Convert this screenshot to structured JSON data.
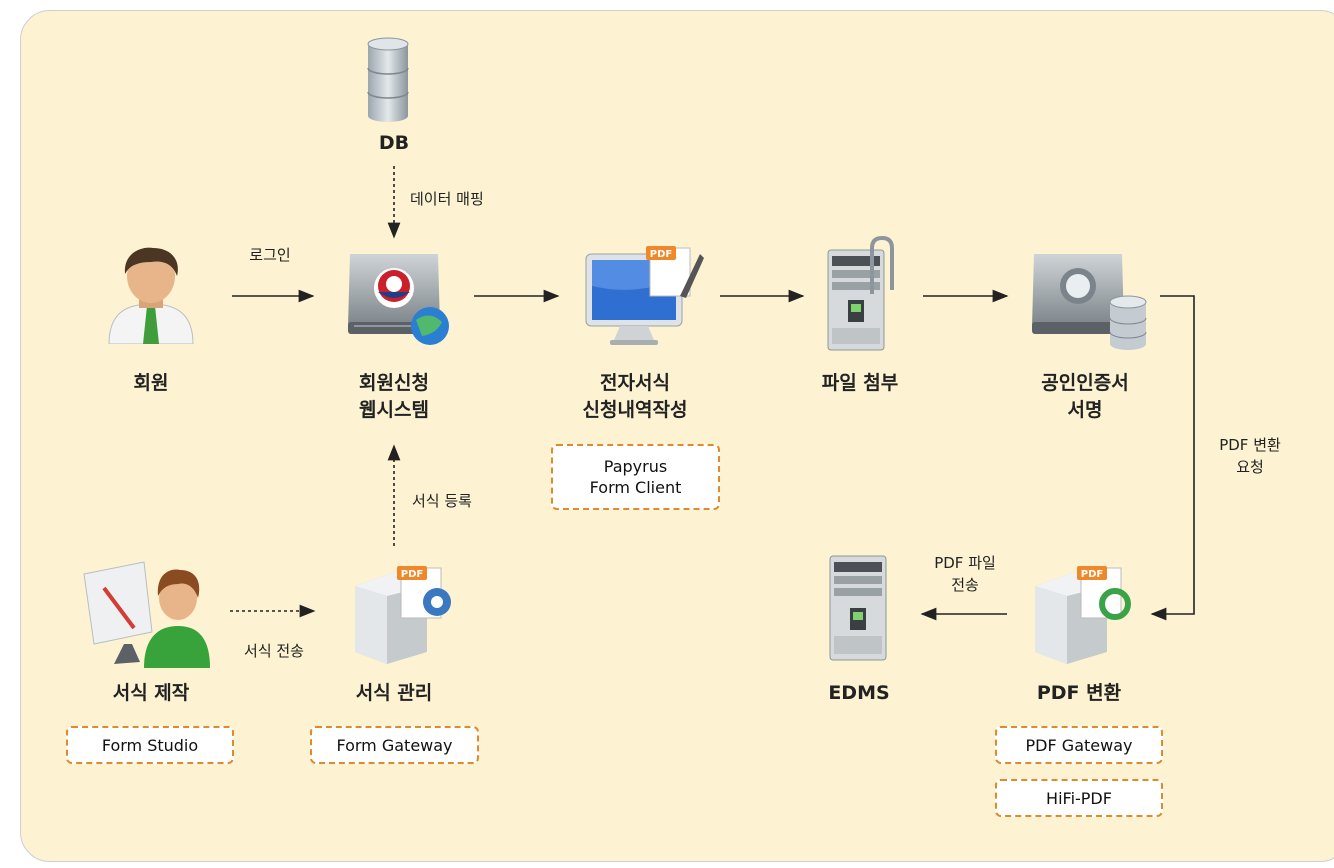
{
  "colors": {
    "panel_bg": "#fdf3d3",
    "tag_border": "#e08a2a",
    "arrow": "#222222",
    "pdf_badge": "#f0882a"
  },
  "nodes": {
    "db": {
      "label": "DB",
      "icon": "database-icon"
    },
    "member": {
      "label": "회원",
      "icon": "user-icon"
    },
    "web_system": {
      "line1": "회원신청",
      "line2": "웹시스템",
      "icon": "web-server-icon"
    },
    "e_form": {
      "line1": "전자서식",
      "line2": "신청내역작성",
      "icon": "pdf-monitor-icon"
    },
    "attach": {
      "label": "파일 첨부",
      "icon": "paperclip-server-icon"
    },
    "cert": {
      "line1": "공인인증서",
      "line2": "서명",
      "icon": "globe-db-server-icon"
    },
    "form_make": {
      "label": "서식 제작",
      "icon": "designer-user-icon"
    },
    "form_mgmt": {
      "label": "서식 관리",
      "icon": "pdf-gear-server-icon"
    },
    "edms": {
      "label": "EDMS",
      "icon": "tower-server-icon"
    },
    "pdf_convert": {
      "label": "PDF 변환",
      "icon": "pdf-refresh-server-icon"
    }
  },
  "tags": {
    "papyrus": {
      "line1": "Papyrus",
      "line2": "Form Client"
    },
    "form_studio": "Form Studio",
    "form_gateway": "Form Gateway",
    "pdf_gateway": "PDF Gateway",
    "hifi_pdf": "HiFi-PDF"
  },
  "edges": {
    "login": "로그인",
    "data_mapping": "데이터 매핑",
    "form_register": "서식 등록",
    "form_send": "서식 전송",
    "pdf_request_1": "PDF 변환",
    "pdf_request_2": "요청",
    "pdf_file_1": "PDF 파일",
    "pdf_file_2": "전송"
  },
  "pdf_badge_text": "PDF"
}
